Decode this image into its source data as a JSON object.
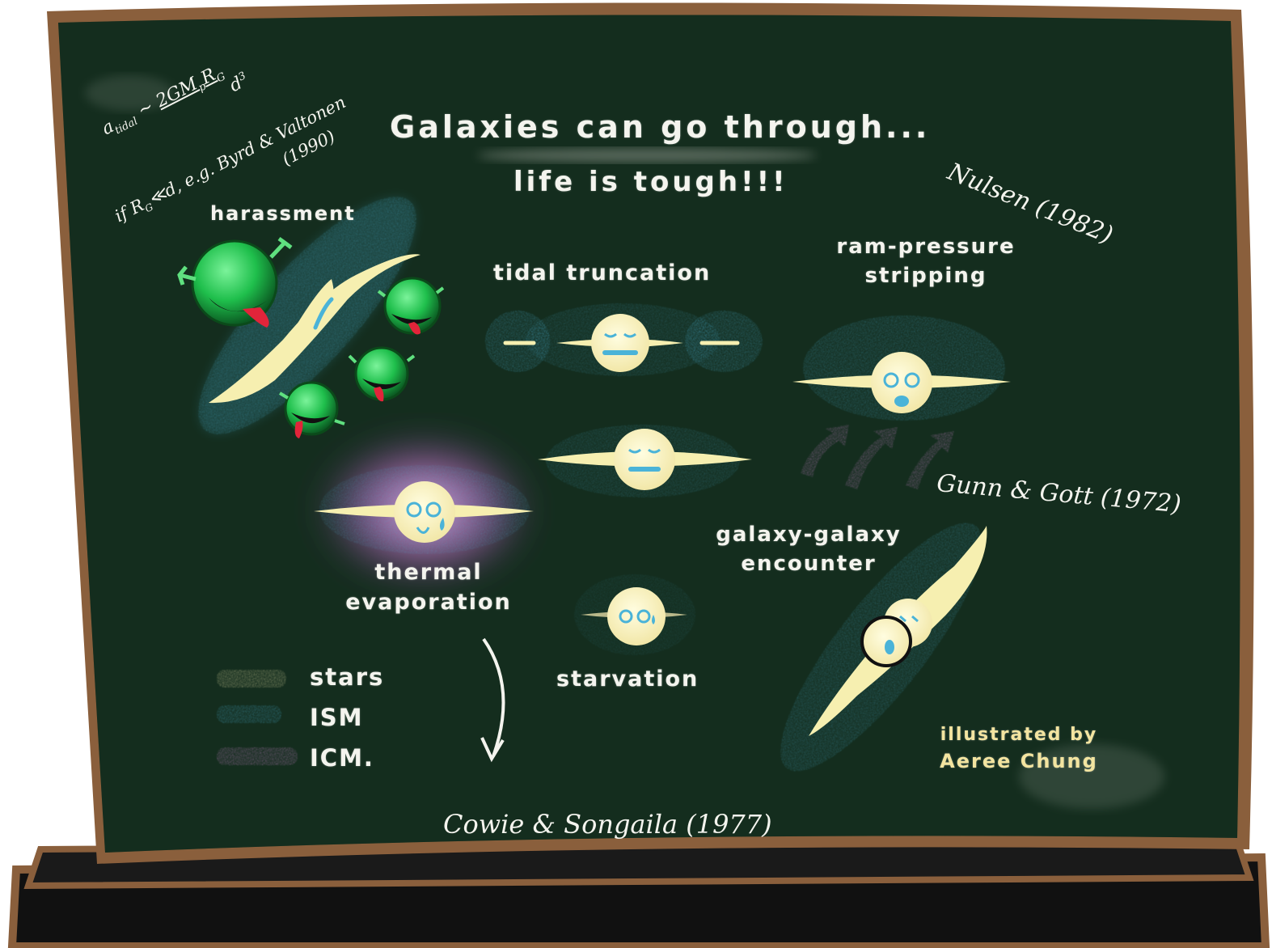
{
  "title": "Galaxies can go through...",
  "subtitle": "life is tough!!!",
  "processes": {
    "harassment": "harassment",
    "tidal_truncation": "tidal truncation",
    "ram_pressure": [
      "ram-pressure",
      "stripping"
    ],
    "thermal_evaporation": [
      "thermal",
      "evaporation"
    ],
    "starvation": "starvation",
    "galaxy_encounter": [
      "galaxy-galaxy",
      "encounter"
    ]
  },
  "formulas": {
    "tidal": [
      "a",
      "tidal",
      " ~ ",
      "2GM",
      "p",
      "R",
      "G",
      "d",
      "3"
    ],
    "tidal_condition": "if R",
    "tidal_condition_rest": "G",
    "tidal_condition_tail": "≪d, e.g. Byrd & Valtonen",
    "tidal_ref_year": "(1990)",
    "turbulent": "Nulsen (1982)",
    "ram_ref": "Gunn & Gott (1972)",
    "evap_ref": "Cowie & Songaila (1977)"
  },
  "legend": [
    {
      "label": "stars",
      "color": "#f6efb0"
    },
    {
      "label": "ISM",
      "color": "#4ab3d8"
    },
    {
      "label": "ICM.",
      "color": "#d88ad8"
    }
  ],
  "credit": [
    "illustrated by",
    "Aeree Chung"
  ],
  "colors": {
    "board": "#183322",
    "frame": "#8a5f3c",
    "stars": "#f6efb0",
    "ism": "#4ab3d8",
    "icm": "#d88ad8",
    "monster": "#2fd162"
  }
}
